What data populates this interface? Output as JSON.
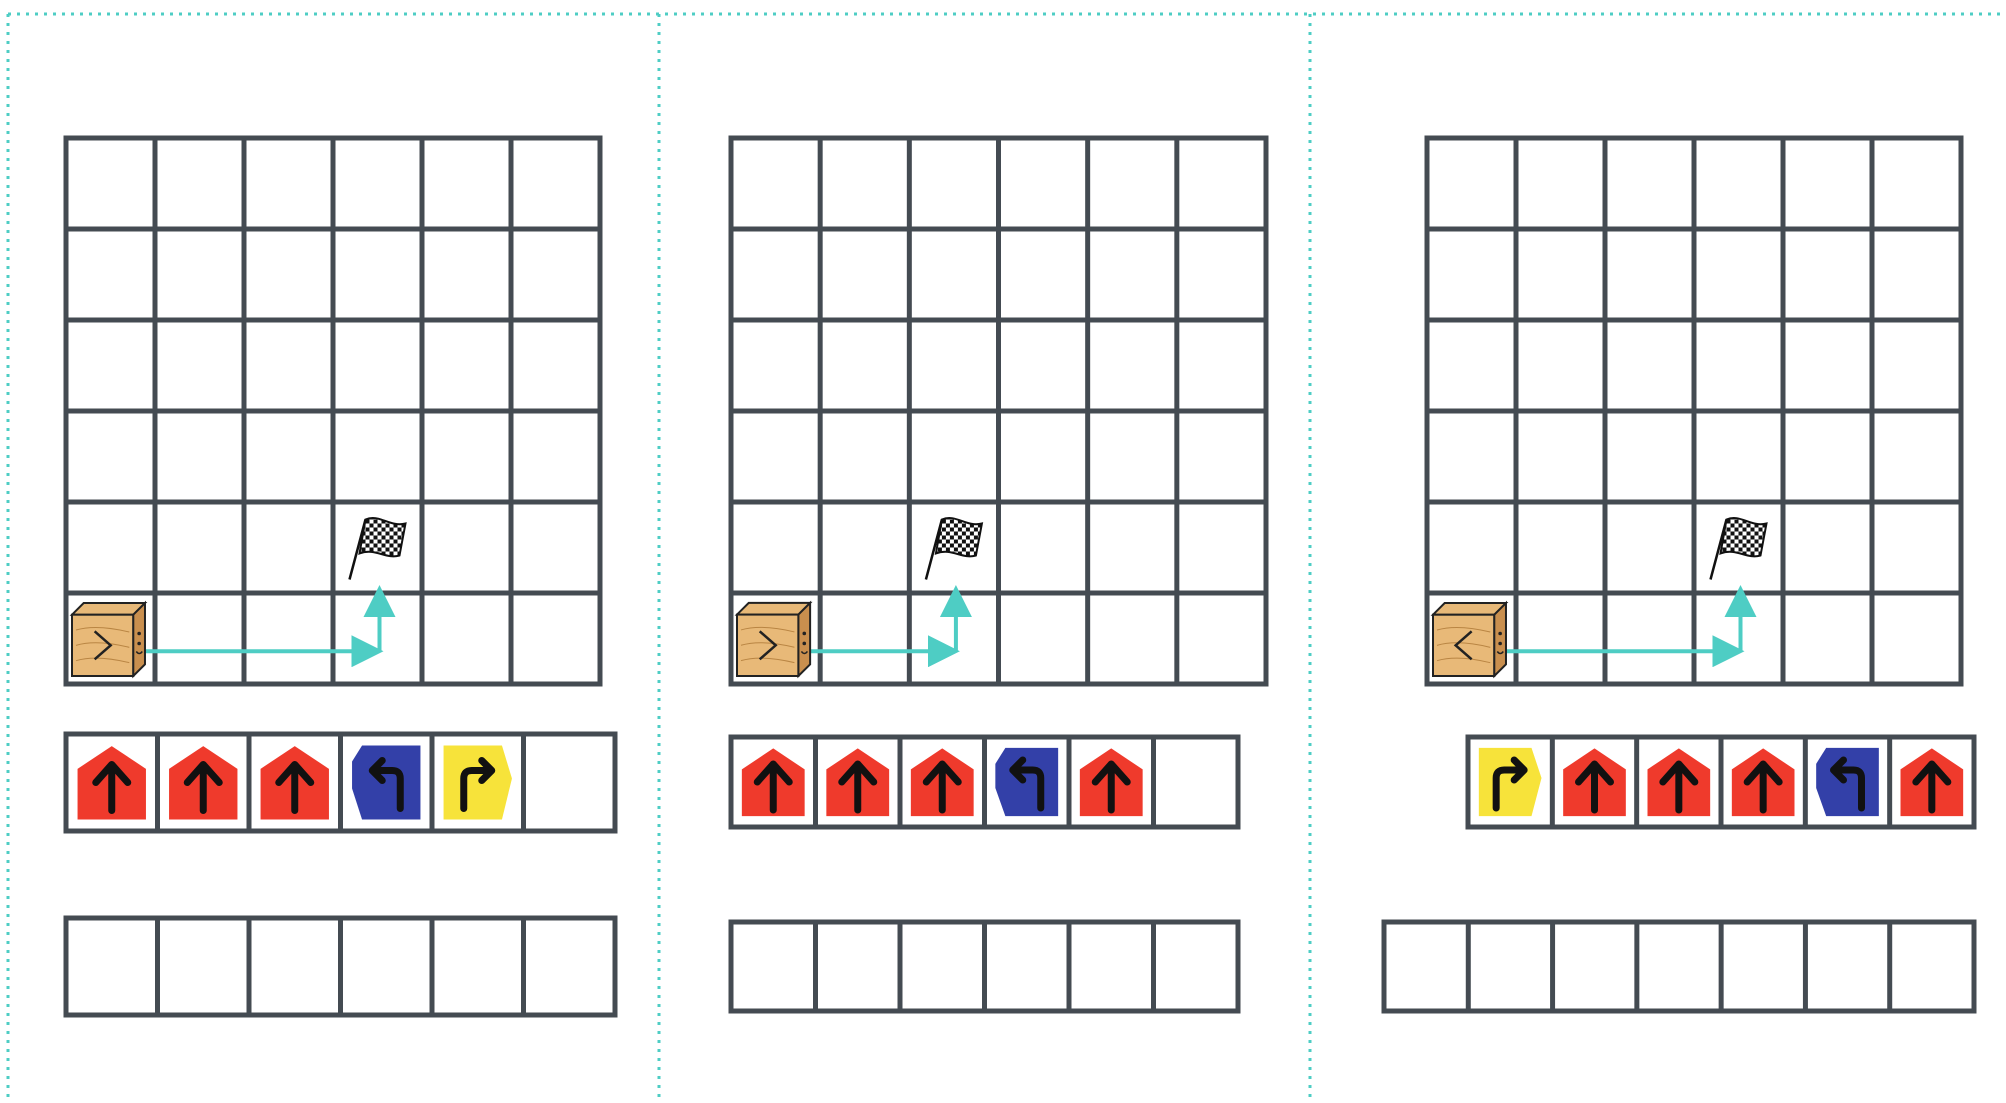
{
  "palette": {
    "grid": "#444b52",
    "divider": "#4ecdc4",
    "path": "#4ecdc4",
    "forward_card": "#ef3a2c",
    "left_card": "#3340a8",
    "right_card": "#f7e33a",
    "robot_wood": "#e8b978",
    "robot_wood_dark": "#c98f4e",
    "arrow": "#111111"
  },
  "panels": [
    {
      "grid": {
        "cols": 6,
        "rows": 6
      },
      "robot": {
        "col": 0,
        "row": 5,
        "facing": "right"
      },
      "flag": {
        "col": 3,
        "row": 4
      },
      "path": [
        [
          0,
          5
        ],
        [
          3,
          5
        ],
        [
          3,
          4
        ]
      ],
      "program": [
        "forward-card",
        "forward-card",
        "forward-card",
        "left-card",
        "right-card",
        "empty"
      ],
      "answer": [
        "empty",
        "empty",
        "empty",
        "empty",
        "empty",
        "empty"
      ]
    },
    {
      "grid": {
        "cols": 6,
        "rows": 6
      },
      "robot": {
        "col": 0,
        "row": 5,
        "facing": "right"
      },
      "flag": {
        "col": 2,
        "row": 4
      },
      "path": [
        [
          0,
          5
        ],
        [
          2,
          5
        ],
        [
          2,
          4
        ]
      ],
      "program": [
        "forward-card",
        "forward-card",
        "forward-card",
        "left-card",
        "forward-card",
        "empty"
      ],
      "answer": [
        "empty",
        "empty",
        "empty",
        "empty",
        "empty",
        "empty"
      ]
    },
    {
      "grid": {
        "cols": 6,
        "rows": 6
      },
      "robot": {
        "col": 0,
        "row": 5,
        "facing": "left"
      },
      "flag": {
        "col": 3,
        "row": 4
      },
      "path": [
        [
          0,
          5
        ],
        [
          3,
          5
        ],
        [
          3,
          4
        ]
      ],
      "program": [
        "right-card",
        "forward-card",
        "forward-card",
        "forward-card",
        "left-card",
        "forward-card"
      ],
      "answer": [
        "empty",
        "empty",
        "empty",
        "empty",
        "empty",
        "empty",
        "empty"
      ]
    }
  ]
}
